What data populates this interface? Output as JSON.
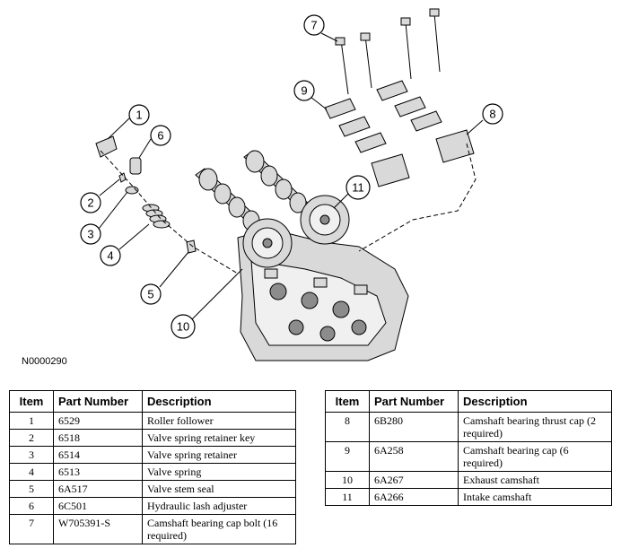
{
  "figure_id": "N0000290",
  "callouts": [
    "1",
    "2",
    "3",
    "4",
    "5",
    "6",
    "7",
    "8",
    "9",
    "10",
    "11"
  ],
  "table_headers": {
    "item": "Item",
    "part_number": "Part Number",
    "description": "Description"
  },
  "table_left": [
    {
      "item": "1",
      "part_number": "6529",
      "description": "Roller follower"
    },
    {
      "item": "2",
      "part_number": "6518",
      "description": "Valve spring retainer key"
    },
    {
      "item": "3",
      "part_number": "6514",
      "description": "Valve spring retainer"
    },
    {
      "item": "4",
      "part_number": "6513",
      "description": "Valve spring"
    },
    {
      "item": "5",
      "part_number": "6A517",
      "description": "Valve stem seal"
    },
    {
      "item": "6",
      "part_number": "6C501",
      "description": "Hydraulic lash adjuster"
    },
    {
      "item": "7",
      "part_number": "W705391-S",
      "description": "Camshaft bearing cap bolt (16 required)"
    }
  ],
  "table_right": [
    {
      "item": "8",
      "part_number": "6B280",
      "description": "Camshaft bearing thrust cap (2 required)"
    },
    {
      "item": "9",
      "part_number": "6A258",
      "description": "Camshaft bearing cap (6 required)"
    },
    {
      "item": "10",
      "part_number": "6A267",
      "description": "Exhaust camshaft"
    },
    {
      "item": "11",
      "part_number": "6A266",
      "description": "Intake camshaft"
    }
  ]
}
